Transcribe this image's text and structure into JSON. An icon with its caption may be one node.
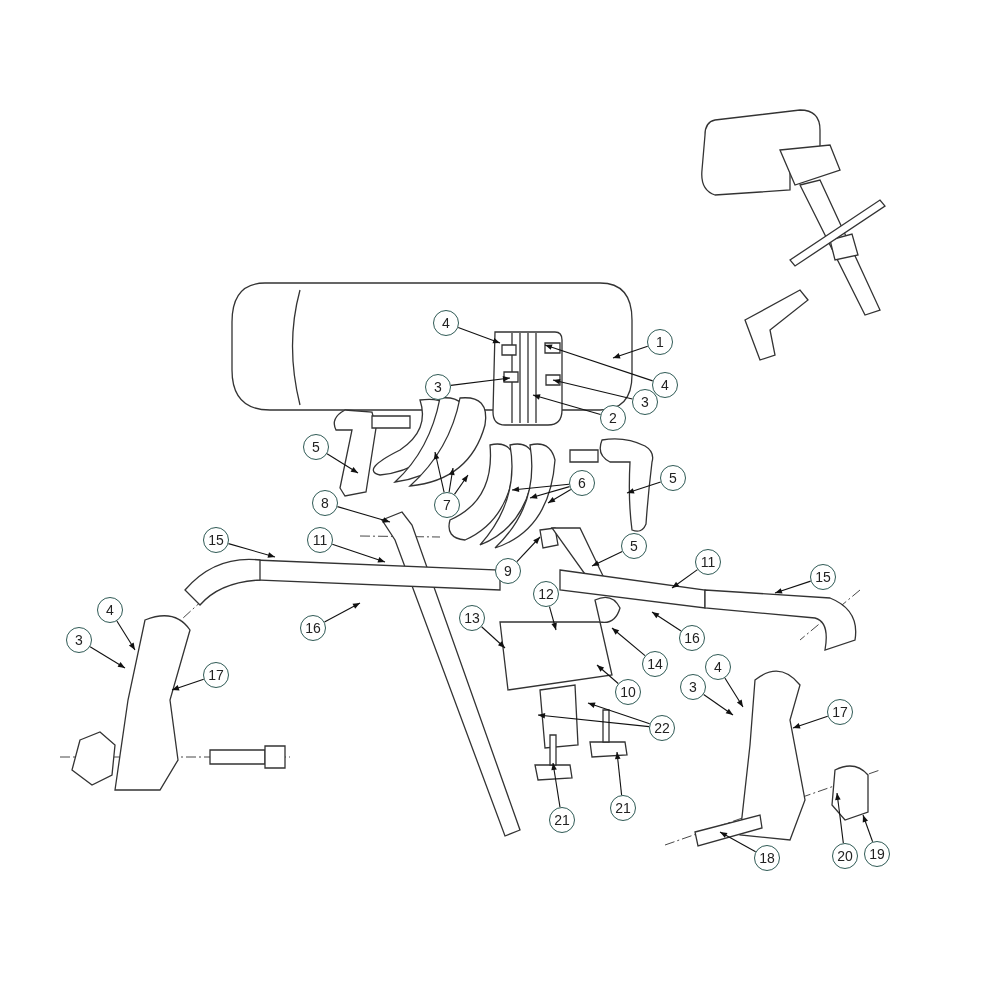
{
  "diagram": {
    "nodes": [
      {
        "text": [
          "4"
        ]
      },
      {
        "text": [
          "1"
        ]
      },
      {
        "text": [
          "4"
        ]
      },
      {
        "text": [
          "3"
        ]
      },
      {
        "text": [
          "3"
        ]
      },
      {
        "text": [
          "2"
        ]
      },
      {
        "text": [
          "5"
        ]
      },
      {
        "text": [
          "5"
        ]
      },
      {
        "text": [
          "6"
        ]
      },
      {
        "text": [
          "7"
        ]
      },
      {
        "text": [
          "8"
        ]
      },
      {
        "text": [
          "15"
        ]
      },
      {
        "text": [
          "11"
        ]
      },
      {
        "text": [
          "5"
        ]
      },
      {
        "text": [
          "11"
        ]
      },
      {
        "text": [
          "9"
        ]
      },
      {
        "text": [
          "15"
        ]
      },
      {
        "text": [
          "12"
        ]
      },
      {
        "text": [
          "4"
        ]
      },
      {
        "text": [
          "13"
        ]
      },
      {
        "text": [
          "16"
        ]
      },
      {
        "text": [
          "16"
        ]
      },
      {
        "text": [
          "3"
        ]
      },
      {
        "text": [
          "14"
        ]
      },
      {
        "text": [
          "4"
        ]
      },
      {
        "text": [
          "17"
        ]
      },
      {
        "text": [
          "3"
        ]
      },
      {
        "text": [
          "10"
        ]
      },
      {
        "text": [
          "17"
        ]
      },
      {
        "text": [
          "22"
        ]
      },
      {
        "text": [
          "21"
        ]
      },
      {
        "text": [
          "21"
        ]
      },
      {
        "text": [
          "18"
        ]
      },
      {
        "text": [
          "20"
        ]
      },
      {
        "text": [
          "19"
        ]
      }
    ],
    "edges": [
      {
        "from": 0,
        "to": null,
        "arrow": "to"
      },
      {
        "from": 1,
        "to": null,
        "arrow": "to"
      },
      {
        "from": 2,
        "to": null,
        "arrow": "to"
      },
      {
        "from": 3,
        "to": null,
        "arrow": "to"
      },
      {
        "from": 4,
        "to": null,
        "arrow": "to"
      },
      {
        "from": 5,
        "to": null,
        "arrow": "to"
      },
      {
        "from": 6,
        "to": null,
        "arrow": "to"
      },
      {
        "from": 7,
        "to": null,
        "arrow": "to"
      },
      {
        "from": 8,
        "to": null,
        "arrow": "to"
      },
      {
        "from": 8,
        "to": null,
        "arrow": "to"
      },
      {
        "from": 8,
        "to": null,
        "arrow": "to"
      },
      {
        "from": 9,
        "to": null,
        "arrow": "to"
      },
      {
        "from": 9,
        "to": null,
        "arrow": "to"
      },
      {
        "from": 9,
        "to": null,
        "arrow": "to"
      },
      {
        "from": 10,
        "to": null,
        "arrow": "to"
      },
      {
        "from": 11,
        "to": null,
        "arrow": "to"
      },
      {
        "from": 12,
        "to": null,
        "arrow": "to"
      },
      {
        "from": 13,
        "to": null,
        "arrow": "to"
      },
      {
        "from": 14,
        "to": null,
        "arrow": "to"
      },
      {
        "from": 15,
        "to": null,
        "arrow": "to"
      },
      {
        "from": 16,
        "to": null,
        "arrow": "to"
      },
      {
        "from": 17,
        "to": null,
        "arrow": "to"
      },
      {
        "from": 18,
        "to": null,
        "arrow": "to"
      },
      {
        "from": 19,
        "to": null,
        "arrow": "to"
      },
      {
        "from": 20,
        "to": null,
        "arrow": "to"
      },
      {
        "from": 21,
        "to": null,
        "arrow": "to"
      },
      {
        "from": 22,
        "to": null,
        "arrow": "to"
      },
      {
        "from": 23,
        "to": null,
        "arrow": "to"
      },
      {
        "from": 24,
        "to": null,
        "arrow": "to"
      },
      {
        "from": 25,
        "to": null,
        "arrow": "to"
      },
      {
        "from": 26,
        "to": null,
        "arrow": "to"
      },
      {
        "from": 27,
        "to": null,
        "arrow": "to"
      },
      {
        "from": 28,
        "to": null,
        "arrow": "to"
      },
      {
        "from": 29,
        "to": null,
        "arrow": "to"
      },
      {
        "from": 29,
        "to": null,
        "arrow": "to"
      },
      {
        "from": 30,
        "to": null,
        "arrow": "to"
      },
      {
        "from": 31,
        "to": null,
        "arrow": "to"
      },
      {
        "from": 32,
        "to": null,
        "arrow": "to"
      },
      {
        "from": 33,
        "to": null,
        "arrow": "to"
      },
      {
        "from": 34,
        "to": null,
        "arrow": "to"
      }
    ]
  }
}
